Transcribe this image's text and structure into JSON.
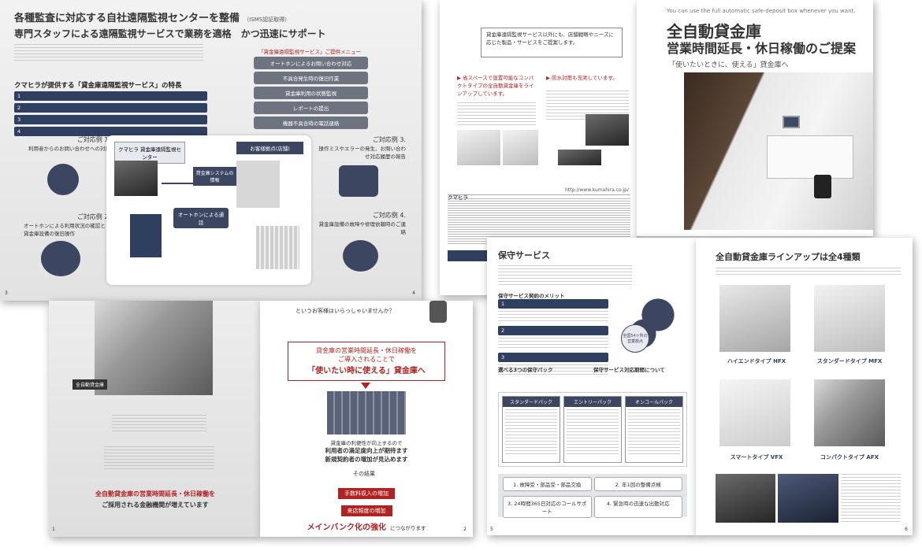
{
  "sheet_a": {
    "title1": "各種監査に対応する自社遠隔監視センターを整備",
    "title1_note": "（ISMS認証取得）",
    "title2": "専門スタッフによる遠隔監視サービスで業務を適格　かつ迅速にサポート",
    "menu_header": "「貸金庫遠隔監視サービス」ご提供メニュー",
    "menu_items": [
      "オートホンによるお問い合わせ対応",
      "不具合発生時の復旧作業",
      "貸金庫利用の状態監視",
      "レポートの提出",
      "機器不具合時の電話連絡"
    ],
    "feature_heading": "クマヒラが提供する「貸金庫遠隔監視サービス」の特長",
    "features": [
      "1",
      "2",
      "3",
      "4"
    ],
    "case1_label": "ご対応例 1.",
    "case1_text": "利用者からのお問い合わせへの対応",
    "case2_label": "ご対応例 2.",
    "case2_text": "オートホンによる利用状況の確認と貸金庫設備の復旧操作",
    "case3_label": "ご対応例 3.",
    "case3_text": "操作ミスやエラーの発生、お問い合わせ対応履歴の報告",
    "case4_label": "ご対応例 4.",
    "case4_text": "貸金庫設備の故障や修理依頼時のご連絡",
    "diagram_center": "クマヒラ 貸金庫遠隔監視センター",
    "diagram_branch": "お客様拠点(店舗)",
    "diagram_autophone": "オートホンによる通話",
    "diagram_system": "貸金庫システムの情報",
    "footer_left": "3",
    "footer_right": "4"
  },
  "sheet_b": {
    "header_box": "貸金庫遠隔監視サービス以外にも、店舗戦略やニーズに応じた製品・サービスをご提案します。",
    "col1_title": "▶ 省スペースで設置可能なコンパクトタイプの全自動貸金庫をラインアップしています。",
    "col2_title": "▶ 防水対策も充実しています。",
    "company": "クマヒラ",
    "url": "http://www.kumahira.co.jp/"
  },
  "cover": {
    "tagline": "You can use the full automatic safe-deposit box whenever you want.",
    "title_line1": "全自動貸金庫",
    "title_line2": "営業時間延長・休日稼働のご提案",
    "subtitle": "「使いたいときに、使える」貸金庫へ"
  },
  "sheet_d": {
    "label_room": "全自動貸金庫"
  },
  "sheet_e": {
    "question": "というお客様はいらっしゃいませんか？",
    "box_line1": "貸金庫の営業時間延長・休日稼働を",
    "box_line2": "ご導入されることで",
    "box_line3": "「使いたい時に使える」貸金庫へ",
    "after_line1": "貸金庫の利便性が向上するので",
    "after_line2": "利用者の満足度向上が期待ます",
    "after_line3": "新規契約者の増加が見込めます",
    "result_label": "その結果",
    "outcome1": "手数料収入の増加",
    "outcome2": "来店頻度の増加",
    "outcome3": "メインバンク化の強化",
    "outcome3_suffix": "につながります",
    "footer_num": "2",
    "left_text1": "全自動貸金庫の営業時間延長・休日稼働を",
    "left_text2": "ご採用される金融機関が増えています",
    "left_num": "1"
  },
  "sheet_f": {
    "title": "保守サービス",
    "merit_heading": "保守サービス契約のメリット",
    "merits": [
      "1",
      "2",
      "3"
    ],
    "map_badge": "全国54ヶ所の営業拠点",
    "sub1": "選べる3つの保守パック",
    "sub2": "保守サービス対応期間について",
    "packs": [
      "スタンダードパック",
      "エントリーパック",
      "オンコールパック"
    ],
    "bottom_items": [
      "1. 故障受・部品受・部品交換",
      "2. 年1回の整備点検",
      "3. 24時間365日対応のコールサポート",
      "4. 緊急時の迅速な出動対応"
    ],
    "footer_num": "5"
  },
  "sheet_g": {
    "title": "全自動貸金庫ラインアップは全4種類",
    "models": [
      {
        "name": "ハイエンドタイプ HFX"
      },
      {
        "name": "スタンダードタイプ MFX"
      },
      {
        "name": "スマートタイプ VFX"
      },
      {
        "name": "コンパクトタイプ AFX"
      }
    ],
    "footer_num": "6"
  }
}
